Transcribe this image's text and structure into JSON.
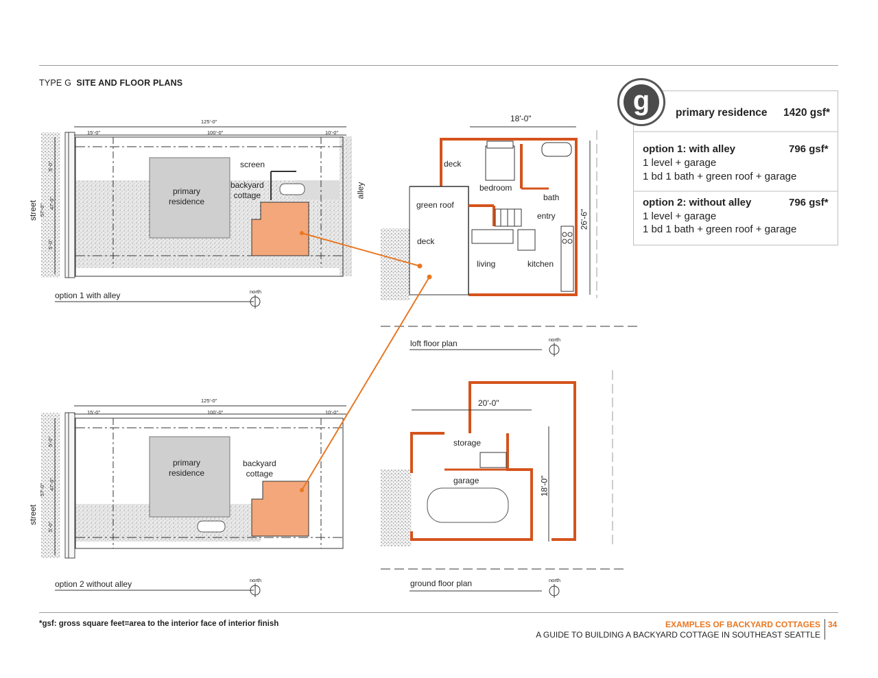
{
  "header": {
    "type_label": "TYPE G",
    "title": "SITE AND FLOOR PLANS"
  },
  "logo": {
    "letter": "g"
  },
  "info": {
    "primary_label": "primary residence",
    "primary_gsf": "1420 gsf*",
    "option1": {
      "title": "option 1: with alley",
      "gsf": "796 gsf*",
      "line1": "1 level  + garage",
      "line2": "1 bd  1 bath + green roof + garage"
    },
    "option2": {
      "title": "option 2: without alley",
      "gsf": "796 gsf*",
      "line1": "1 level  + garage",
      "line2": "1 bd  1 bath + green roof + garage"
    }
  },
  "site1": {
    "caption": "option 1 with alley",
    "dim_total": "125'-0\"",
    "dim_front": "15'-0\"",
    "dim_mid": "100'-0\"",
    "dim_rear": "10'-0\"",
    "side_dims": [
      "5'-0\"",
      "47'-0\"",
      "57'-0\"",
      "5'-0\""
    ],
    "street": "street",
    "alley": "alley",
    "primary_residence": [
      "primary",
      "residence"
    ],
    "screen": "screen",
    "backyard_cottage": [
      "backyard",
      "cottage"
    ],
    "north": "north"
  },
  "site2": {
    "caption": "option 2 without alley",
    "dim_total": "125'-0\"",
    "dim_front": "15'-0\"",
    "dim_mid": "100'-0\"",
    "dim_rear": "10'-0\"",
    "side_dims": [
      "5'-0\"",
      "47'-0\"",
      "57'-0\"",
      "5'-0\""
    ],
    "street": "street",
    "primary_residence": [
      "primary",
      "residence"
    ],
    "backyard_cottage": [
      "backyard",
      "cottage"
    ],
    "north": "north"
  },
  "loft": {
    "caption": "loft floor plan",
    "dim_width": "18'-0\"",
    "dim_depth": "26'-6\"",
    "rooms": {
      "deck_top": "deck",
      "bedroom": "bedroom",
      "bath": "bath",
      "green_roof": "green roof",
      "entry": "entry",
      "deck": "deck",
      "living": "living",
      "kitchen": "kitchen"
    },
    "north": "north"
  },
  "ground": {
    "caption": "ground floor plan",
    "dim_width": "20'-0\"",
    "dim_depth": "18'-0\"",
    "rooms": {
      "storage": "storage",
      "garage": "garage"
    },
    "north": "north"
  },
  "footer": {
    "note": "*gsf: gross square feet=area to the interior face of interior finish",
    "section": "EXAMPLES OF BACKYARD COTTAGES",
    "page": "34",
    "guide": "A GUIDE TO BUILDING A BACKYARD COTTAGE IN SOUTHEAST SEATTLE"
  },
  "colors": {
    "accent": "#e87722",
    "cottage_fill": "#f4a77a",
    "residence_fill": "#cfcfcf",
    "wall": "#d4531c"
  }
}
